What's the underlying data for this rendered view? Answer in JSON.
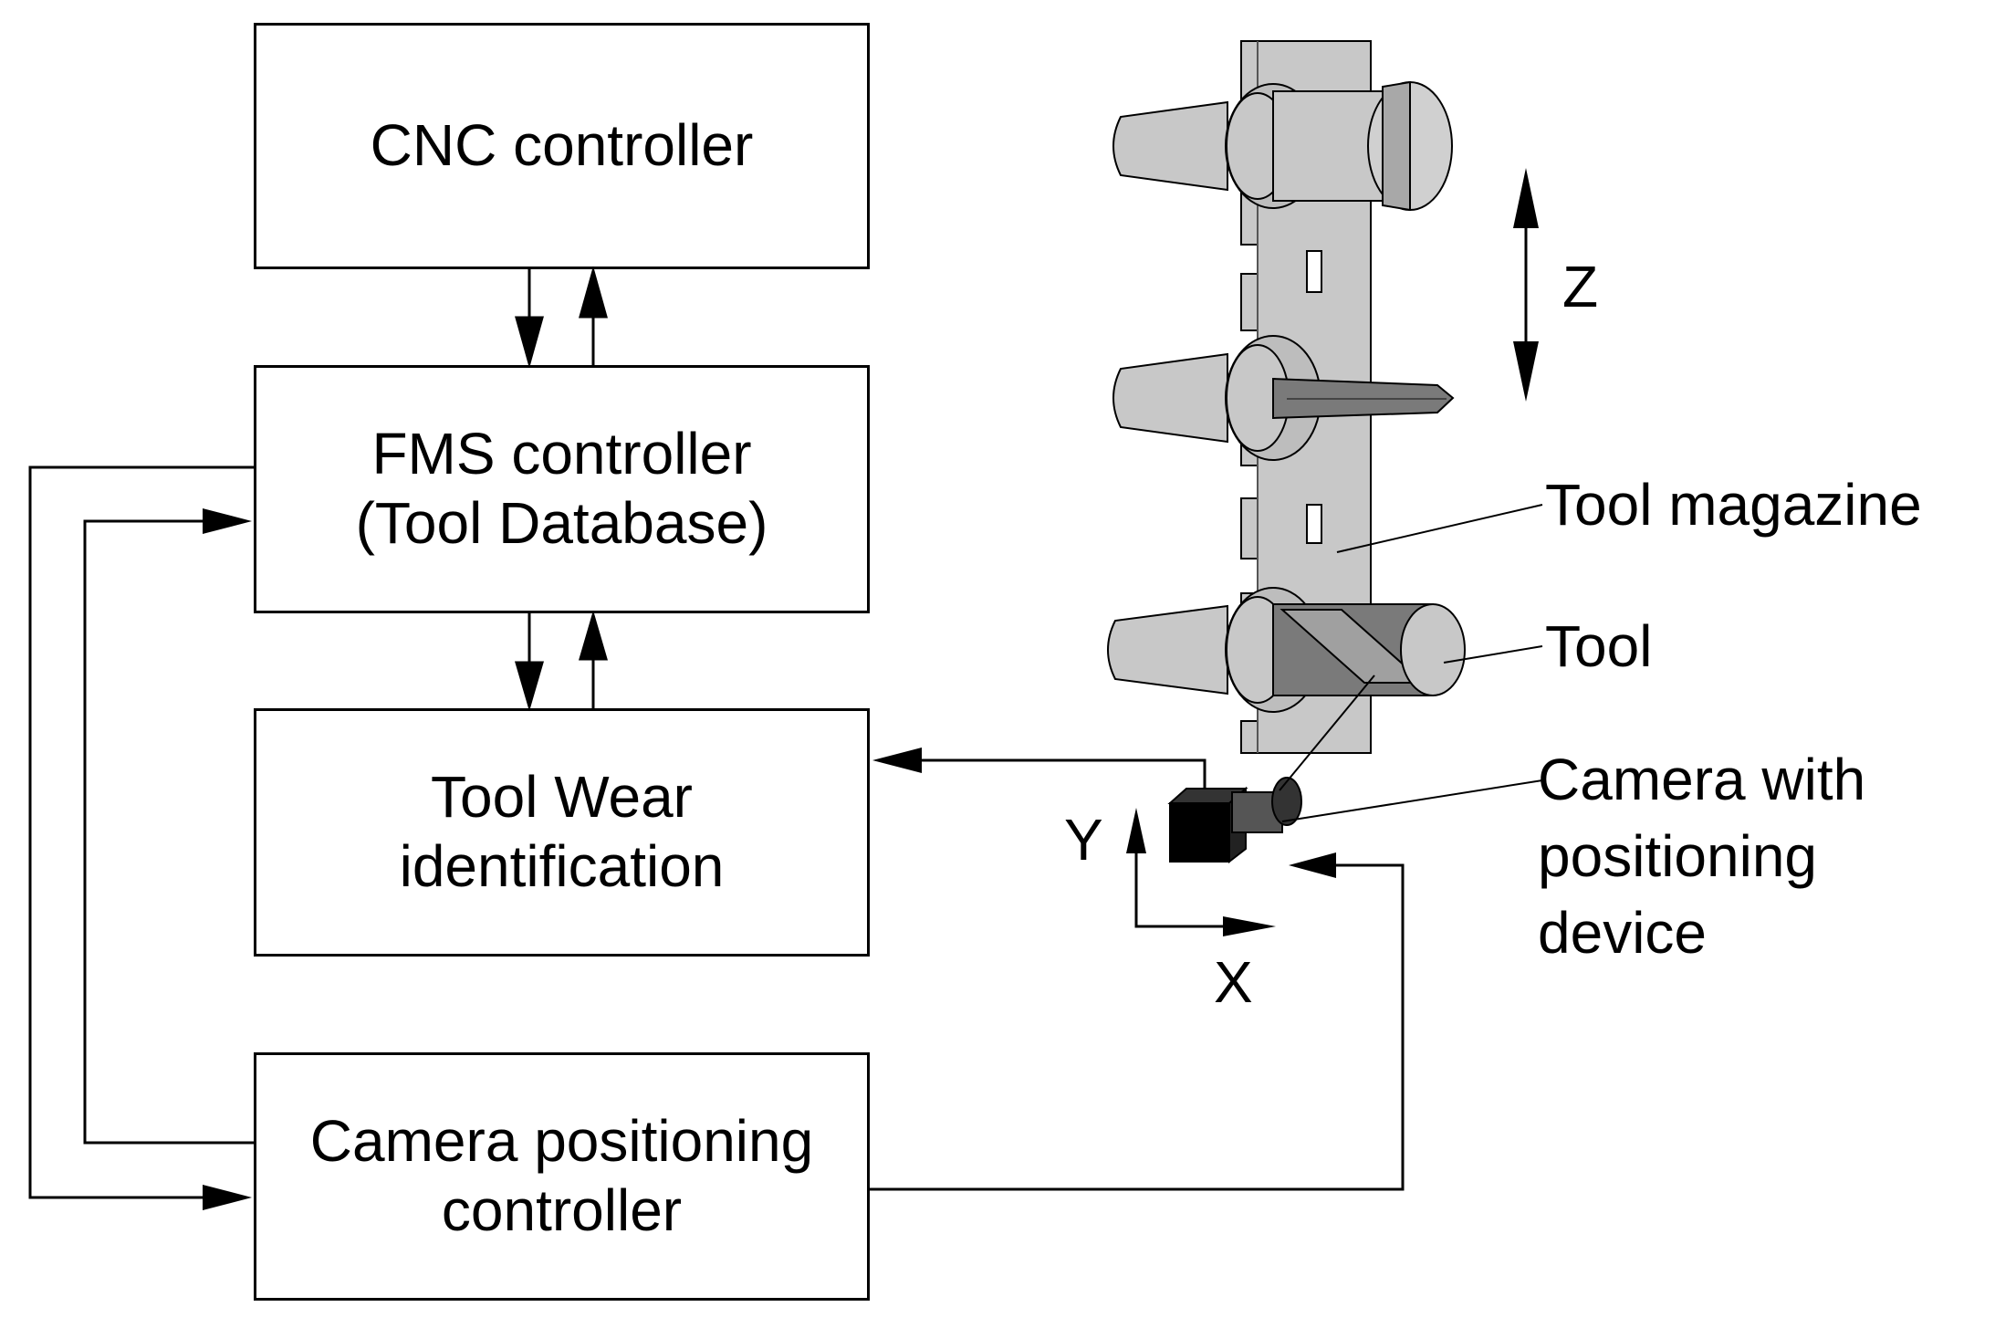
{
  "blocks": {
    "cnc": {
      "line1": "CNC controller"
    },
    "fms": {
      "line1": "FMS controller",
      "line2": "(Tool Database)"
    },
    "wear": {
      "line1": "Tool Wear",
      "line2": "identification"
    },
    "camera_ctrl": {
      "line1": "Camera positioning",
      "line2": "controller"
    }
  },
  "labels": {
    "tool_magazine": "Tool magazine",
    "tool": "Tool",
    "camera_line1": "Camera with",
    "camera_line2": "positioning",
    "camera_line3": "device",
    "axis_z": "Z",
    "axis_y": "Y",
    "axis_x": "X"
  },
  "colors": {
    "line": "#000000",
    "tool_light": "#c8c8c8",
    "tool_dark": "#7a7a7a",
    "camera": "#000000"
  }
}
